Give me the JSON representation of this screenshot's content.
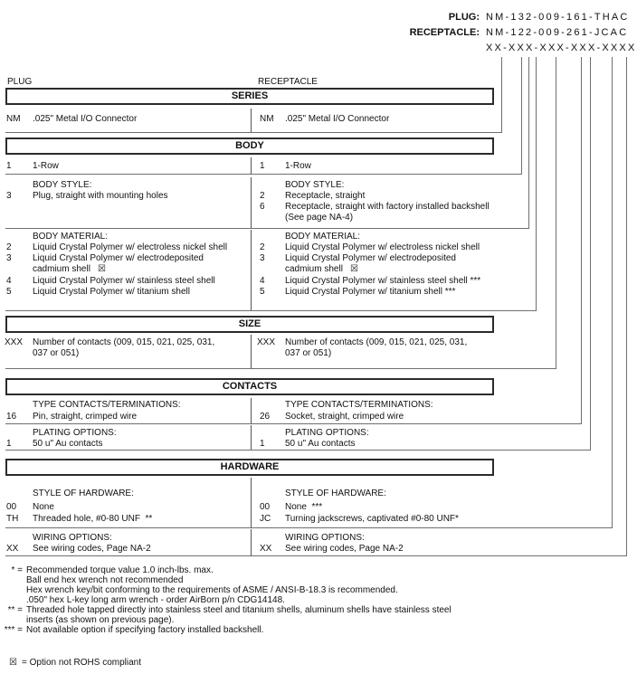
{
  "colors": {
    "text": "#111111",
    "line": "#6f6f6f",
    "box_border": "#2b2b2b"
  },
  "icons": {
    "not_rohs": "☒"
  },
  "part_header": {
    "plug_label": "PLUG:",
    "plug_value": "NM-132-009-161-THAC",
    "receptacle_label": "RECEPTACLE:",
    "receptacle_value": "NM-122-009-261-JCAC",
    "mask": "XX-XXX-XXX-XXX-XXXX"
  },
  "column_headers": {
    "left": "PLUG",
    "right": "RECEPTACLE"
  },
  "series": {
    "title": "SERIES",
    "left": {
      "code": "NM",
      "desc": ".025\" Metal I/O Connector"
    },
    "right": {
      "code": "NM",
      "desc": ".025\" Metal I/O Connector"
    }
  },
  "body": {
    "title": "BODY",
    "row_left": {
      "code": "1",
      "desc": "1-Row"
    },
    "row_right": {
      "code": "1",
      "desc": "1-Row"
    },
    "style_header": "BODY STYLE:",
    "style_left": [
      {
        "code": "3",
        "desc": "Plug, straight with mounting holes"
      }
    ],
    "style_right": [
      {
        "code": "2",
        "desc": "Receptacle, straight"
      },
      {
        "code": "6",
        "desc": "Receptacle, straight with factory installed backshell"
      },
      {
        "code": "",
        "desc": "(See page NA-4)"
      }
    ],
    "material_header": "BODY MATERIAL:",
    "material_left": [
      {
        "code": "2",
        "desc": "Liquid Crystal Polymer w/ electroless nickel shell"
      },
      {
        "code": "3",
        "desc": "Liquid Crystal Polymer w/ electrodeposited"
      },
      {
        "code": "",
        "desc": "cadmium shell"
      },
      {
        "code": "4",
        "desc": "Liquid Crystal Polymer w/ stainless steel shell"
      },
      {
        "code": "5",
        "desc": "Liquid Crystal Polymer w/ titanium shell"
      }
    ],
    "material_right": [
      {
        "code": "2",
        "desc": "Liquid Crystal Polymer w/ electroless nickel shell"
      },
      {
        "code": "3",
        "desc": "Liquid Crystal Polymer w/ electrodeposited"
      },
      {
        "code": "",
        "desc": "cadmium shell"
      },
      {
        "code": "4",
        "desc": "Liquid Crystal Polymer w/ stainless steel shell ***"
      },
      {
        "code": "5",
        "desc": "Liquid Crystal Polymer w/ titanium shell ***"
      }
    ]
  },
  "size": {
    "title": "SIZE",
    "left": {
      "code": "XXX",
      "line1": "Number of contacts (009, 015, 021, 025, 031,",
      "line2": "037 or 051)"
    },
    "right": {
      "code": "XXX",
      "line1": "Number of contacts (009, 015, 021, 025, 031,",
      "line2": "037 or 051)"
    }
  },
  "contacts": {
    "title": "CONTACTS",
    "type_header": "TYPE CONTACTS/TERMINATIONS:",
    "type_left": {
      "code": "16",
      "desc": "Pin, straight, crimped wire"
    },
    "type_right": {
      "code": "26",
      "desc": "Socket, straight, crimped wire"
    },
    "plating_header": "PLATING OPTIONS:",
    "plating_left": {
      "code": "1",
      "desc": "50 u\" Au contacts"
    },
    "plating_right": {
      "code": "1",
      "desc": "50 u\" Au contacts"
    }
  },
  "hardware": {
    "title": "HARDWARE",
    "style_header": "STYLE OF HARDWARE:",
    "style_left": [
      {
        "code": "00",
        "desc": "None"
      },
      {
        "code": "TH",
        "desc": "Threaded hole, #0-80 UNF  **"
      }
    ],
    "style_right": [
      {
        "code": "00",
        "desc": "None  ***"
      },
      {
        "code": "JC",
        "desc": "Turning jackscrews, captivated #0-80 UNF*"
      }
    ],
    "wiring_header": "WIRING OPTIONS:",
    "wiring_left": {
      "code": "XX",
      "desc": "See wiring codes, Page NA-2"
    },
    "wiring_right": {
      "code": "XX",
      "desc": "See wiring codes, Page NA-2"
    }
  },
  "footnotes": [
    {
      "marker": "* =",
      "text": "Recommended torque value 1.0 inch-lbs. max."
    },
    {
      "marker": "",
      "text": "Ball end hex wrench not recommended"
    },
    {
      "marker": "",
      "text": "Hex wrench key/bit conforming to the requirements of ASME / ANSI-B-18.3 is recommended."
    },
    {
      "marker": "",
      "text": ".050\" hex L-key long arm wrench - order AirBorn p/n CDG14148."
    },
    {
      "marker": "** =",
      "text": "Threaded hole tapped directly into stainless steel and titanium shells, aluminum shells have stainless steel"
    },
    {
      "marker": "",
      "text": "inserts (as shown on previous page)."
    },
    {
      "marker": "*** =",
      "text": "Not available option if specifying factory installed backshell."
    }
  ],
  "rohs_legend": "= Option not ROHS compliant"
}
